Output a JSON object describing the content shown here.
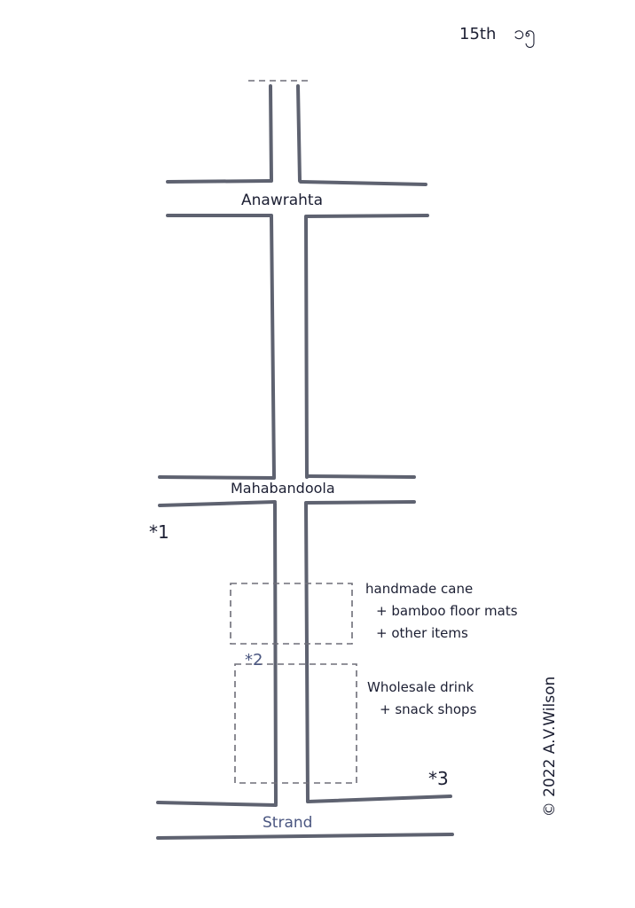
{
  "header": {
    "label_en": "15th",
    "label_my": "၁၅"
  },
  "streets": {
    "anawrahta": "Anawrahta",
    "mahabandoola": "Mahabandoola",
    "strand": "Strand"
  },
  "markers": {
    "m1": "*1",
    "m2": "*2",
    "m3": "*3"
  },
  "areas": {
    "area1": [
      "handmade cane",
      "+ bamboo floor mats",
      "+ other items"
    ],
    "area2": [
      "Wholesale drink",
      "+ snack shops"
    ]
  },
  "credit": "© 2022 A.V.Wilson",
  "colors": {
    "ink": "#1c1f33",
    "street": "#5e6270",
    "blue_ink": "#4a5680"
  }
}
